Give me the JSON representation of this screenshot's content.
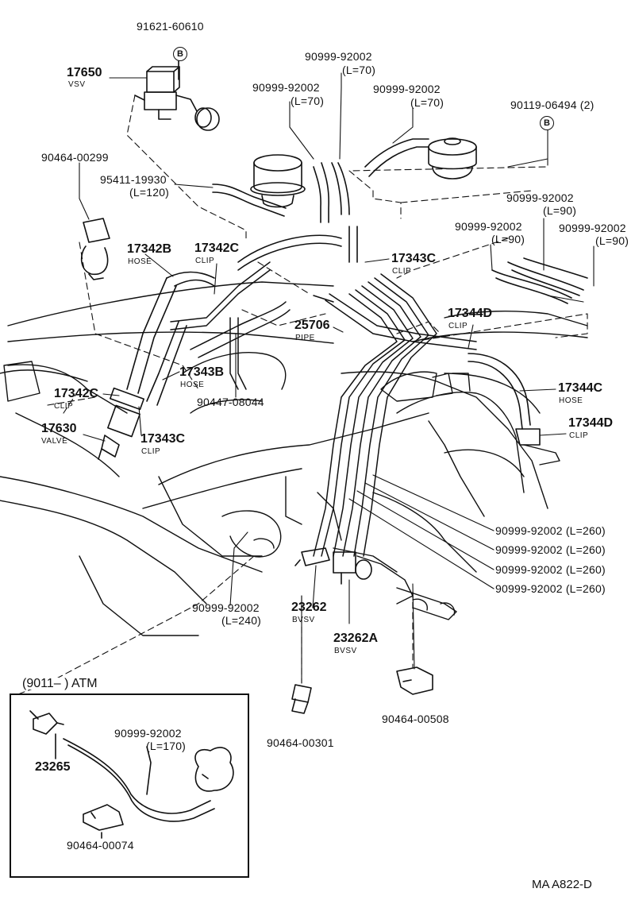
{
  "labels": {
    "p91621": "91621-60610",
    "p17650": "17650",
    "p17650_sub": "VSV",
    "p90999_a": "90999-92002",
    "p90999_a_len": "(L=70)",
    "p90999_b": "90999-92002",
    "p90999_b_len": "(L=70)",
    "p90999_c": "90999-92002",
    "p90999_c_len": "(L=70)",
    "p90119": "90119-06494 (2)",
    "p90464_00299": "90464-00299",
    "p95411": "95411-19930",
    "p95411_len": "(L=120)",
    "p90999_d": "90999-92002",
    "p90999_d_len": "(L=90)",
    "p90999_e": "90999-92002",
    "p90999_e_len": "(L=90)",
    "p90999_f": "90999-92002",
    "p90999_f_len": "(L=90)",
    "p17342B": "17342B",
    "p17342B_sub": "HOSE",
    "p17342C_top": "17342C",
    "p17342C_top_sub": "CLIP",
    "p17343C_top": "17343C",
    "p17343C_top_sub": "CLIP",
    "p25706": "25706",
    "p25706_sub": "PIPE",
    "p17344D_top": "17344D",
    "p17344D_top_sub": "CLIP",
    "p17343B": "17343B",
    "p17343B_sub": "HOSE",
    "p17342C_bot": "17342C",
    "p17342C_bot_sub": "CLIP",
    "p90447": "90447-08044",
    "p17344C": "17344C",
    "p17344C_sub": "HOSE",
    "p17630": "17630",
    "p17630_sub": "VALVE",
    "p17343C_bot": "17343C",
    "p17343C_bot_sub": "CLIP",
    "p17344D_bot": "17344D",
    "p17344D_bot_sub": "CLIP",
    "p260_1": "90999-92002 (L=260)",
    "p260_2": "90999-92002 (L=260)",
    "p260_3": "90999-92002 (L=260)",
    "p260_4": "90999-92002 (L=260)",
    "p90999_240": "90999-92002",
    "p90999_240_len": "(L=240)",
    "p23262": "23262",
    "p23262_sub": "BVSV",
    "p23262A": "23262A",
    "p23262A_sub": "BVSV",
    "p90464_00508": "90464-00508",
    "p90464_00301": "90464-00301",
    "inset_title": "(9011–      ) ATM",
    "p23265": "23265",
    "p90999_170": "90999-92002",
    "p90999_170_len": "(L=170)",
    "p90464_00074": "90464-00074",
    "footer": "MA  A822-D",
    "marker_b1": "B",
    "marker_b2": "B"
  }
}
